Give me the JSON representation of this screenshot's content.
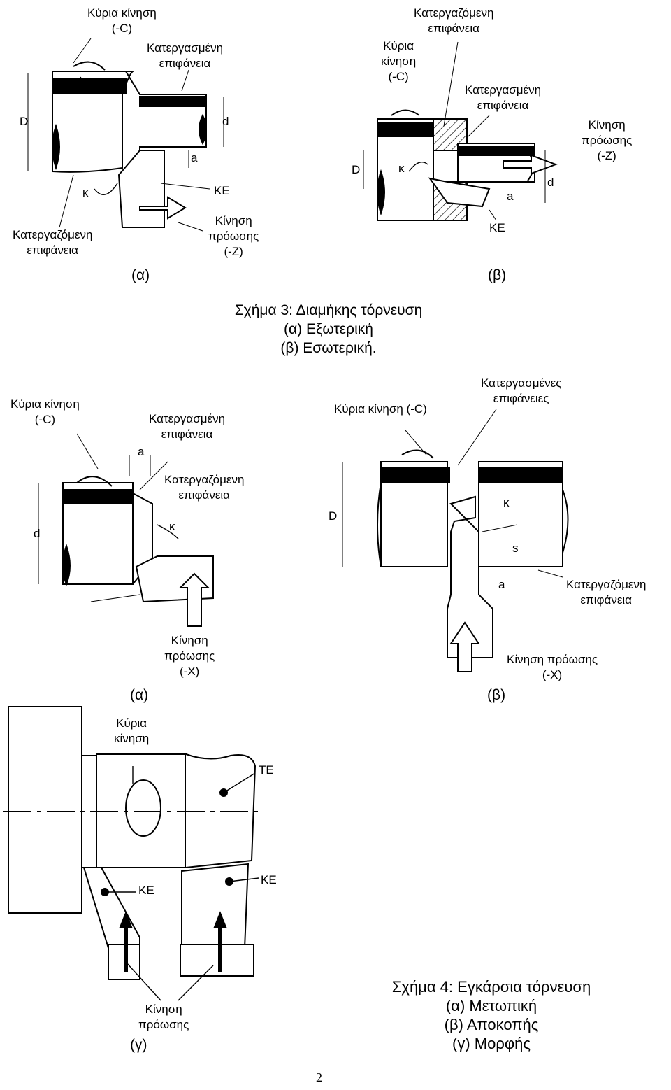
{
  "fig3": {
    "a": {
      "main_motion": [
        "Κύρια κίνηση",
        "(-C)"
      ],
      "machined_surface": [
        "Κατεργασμένη",
        "επιφάνεια"
      ],
      "D": "D",
      "d": "d",
      "a": "a",
      "k": "κ",
      "KE": "ΚΕ",
      "workpiece_surface": [
        "Κατεργαζόμενη",
        "επιφάνεια"
      ],
      "feed": [
        "Κίνηση",
        "πρόωσης",
        "(-Z)"
      ],
      "sub": "(α)"
    },
    "b": {
      "workpiece_surface": [
        "Κατεργαζόμενη",
        "επιφάνεια"
      ],
      "main_motion": [
        "Κύρια",
        "κίνηση",
        "(-C)"
      ],
      "machined_surface": [
        "Κατεργασμένη",
        "επιφάνεια"
      ],
      "feed": [
        "Κίνηση",
        "πρόωσης",
        "(-Z)"
      ],
      "D": "D",
      "d": "d",
      "a": "a",
      "k": "κ",
      "KE": "ΚΕ",
      "sub": "(β)"
    },
    "caption": [
      "Σχήμα 3: Διαμήκης τόρνευση",
      "(α) Εξωτερική",
      "(β) Εσωτερική."
    ]
  },
  "fig4": {
    "a": {
      "main_motion": [
        "Κύρια κίνηση",
        "(-C)"
      ],
      "machined_surface": [
        "Κατεργασμένη",
        "επιφάνεια"
      ],
      "workpiece_surface": [
        "Κατεργαζόμενη",
        "επιφάνεια"
      ],
      "a": "a",
      "d": "d",
      "k": "κ",
      "feed": [
        "Κίνηση",
        "πρόωσης",
        "(-X)"
      ],
      "sub": "(α)"
    },
    "b": {
      "machined_surfaces": [
        "Κατεργασμένες",
        "επιφάνειες"
      ],
      "main_motion": "Κύρια κίνηση (-C)",
      "D": "D",
      "k": "κ",
      "s": "s",
      "a": "a",
      "workpiece_surface": [
        "Κατεργαζόμενη",
        "επιφάνεια"
      ],
      "feed": [
        "Κίνηση πρόωσης",
        "(-X)"
      ],
      "sub": "(β)"
    },
    "c": {
      "main_motion": [
        "Κύρια",
        "κίνηση"
      ],
      "TE": "ΤΕ",
      "KE1": "ΚΕ",
      "KE2": "ΚΕ",
      "feed": [
        "Κίνηση",
        "πρόωσης"
      ],
      "sub": "(γ)"
    },
    "caption": [
      "Σχήμα 4: Εγκάρσια τόρνευση",
      "(α) Μετωπική",
      "(β) Αποκοπής",
      "(γ) Μορφής"
    ]
  },
  "page_number": "2"
}
